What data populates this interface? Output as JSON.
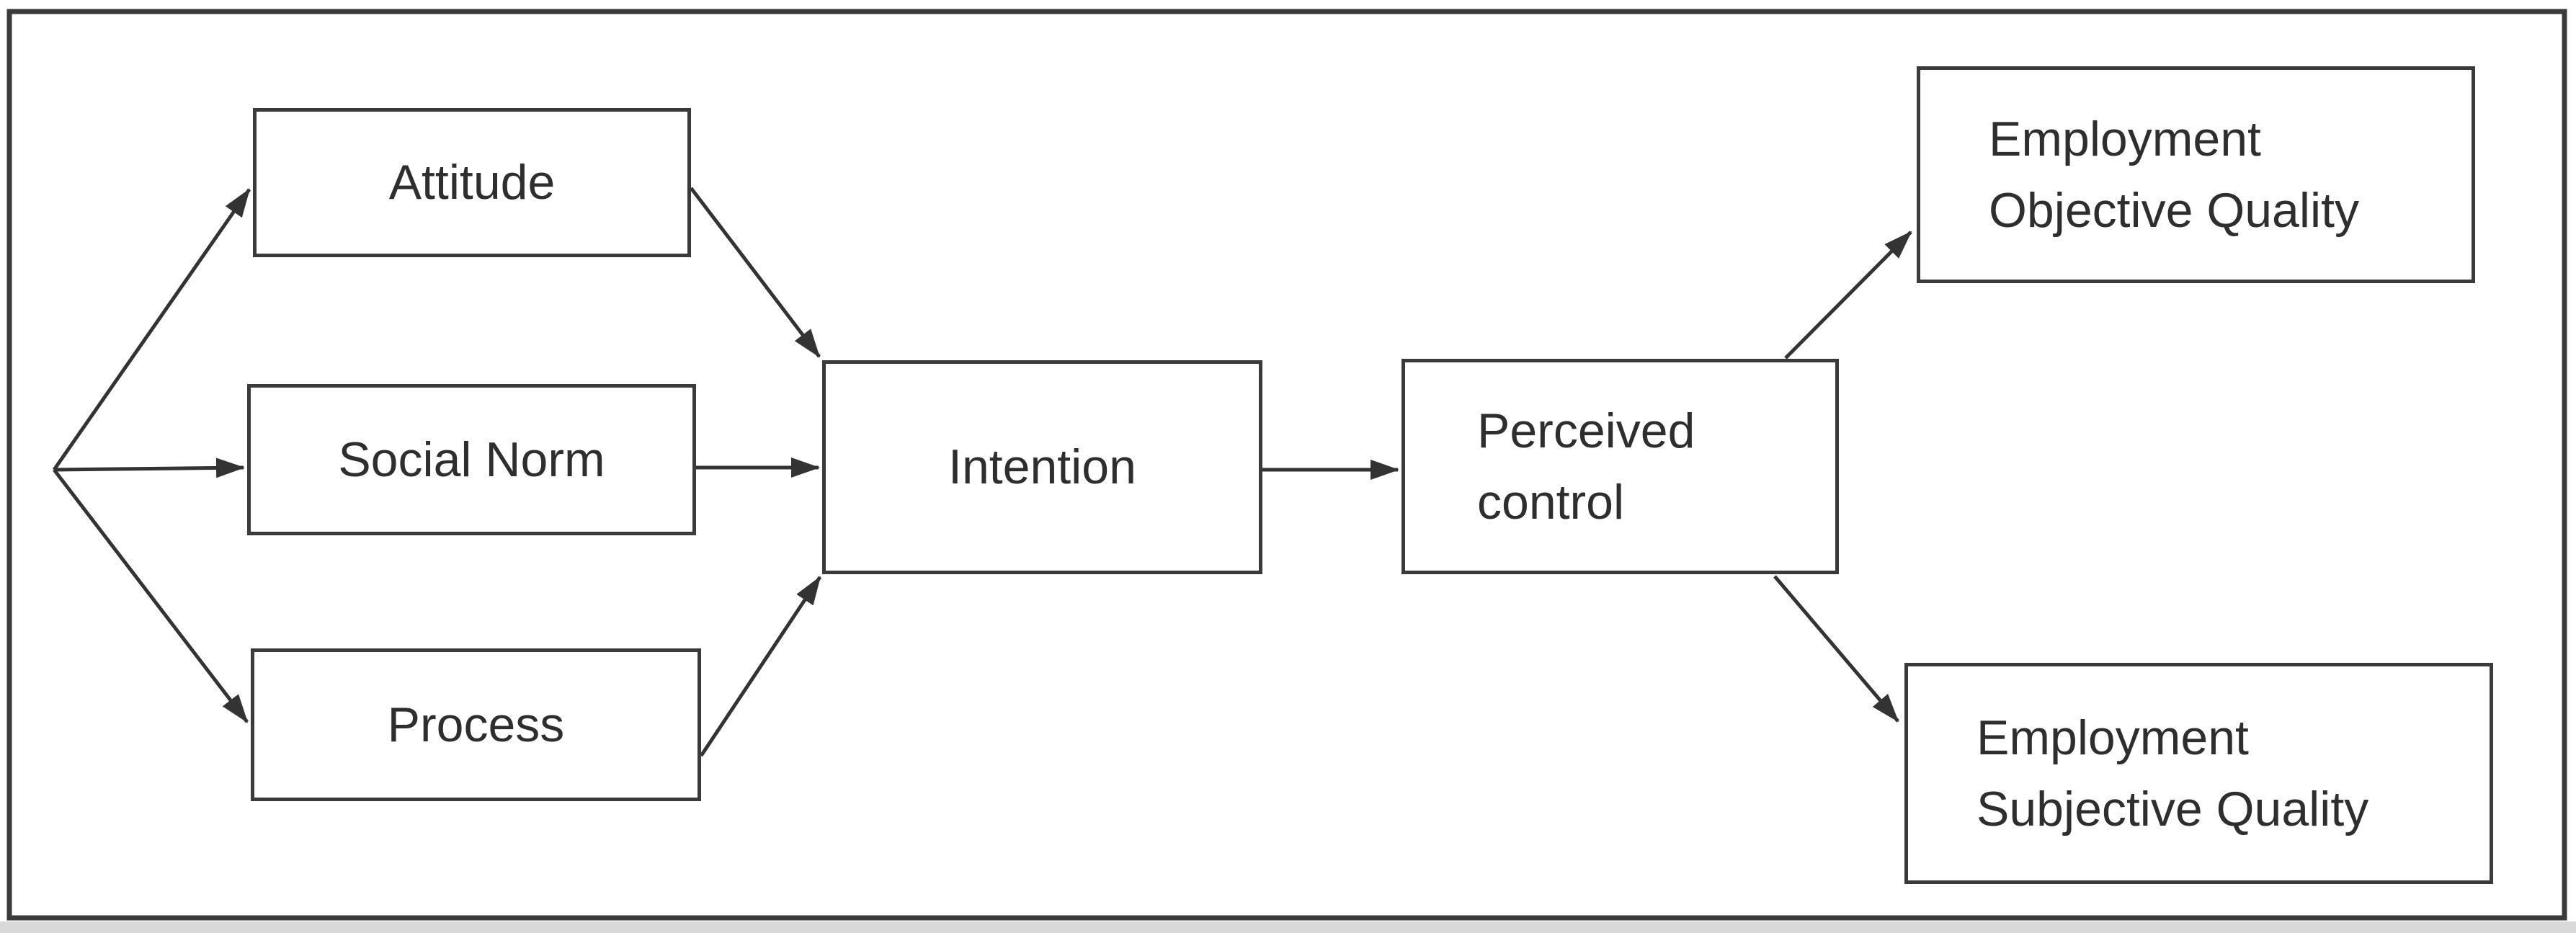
{
  "diagram": {
    "type": "flowchart",
    "nodes": {
      "attitude": {
        "lines": [
          "Attitude"
        ]
      },
      "social_norm": {
        "lines": [
          "Social Norm"
        ]
      },
      "process": {
        "lines": [
          "Process"
        ]
      },
      "intention": {
        "lines": [
          "Intention"
        ]
      },
      "perceived_control": {
        "lines": [
          "Perceived",
          "control"
        ]
      },
      "employment_objective": {
        "lines": [
          "Employment",
          "Objective Quality"
        ]
      },
      "employment_subjective": {
        "lines": [
          "Employment",
          "Subjective Quality"
        ]
      }
    },
    "edges": [
      {
        "from": "origin-point",
        "to": "attitude"
      },
      {
        "from": "origin-point",
        "to": "social_norm"
      },
      {
        "from": "origin-point",
        "to": "process"
      },
      {
        "from": "attitude",
        "to": "intention"
      },
      {
        "from": "social_norm",
        "to": "intention"
      },
      {
        "from": "process",
        "to": "intention"
      },
      {
        "from": "intention",
        "to": "perceived_control"
      },
      {
        "from": "perceived_control",
        "to": "employment_objective"
      },
      {
        "from": "perceived_control",
        "to": "employment_subjective"
      }
    ],
    "colors": {
      "line": "#333333",
      "border": "#3a3a3a",
      "text": "#2e2e2e",
      "background": "#ffffff",
      "bottom_strip": "#d9d9d9"
    }
  }
}
